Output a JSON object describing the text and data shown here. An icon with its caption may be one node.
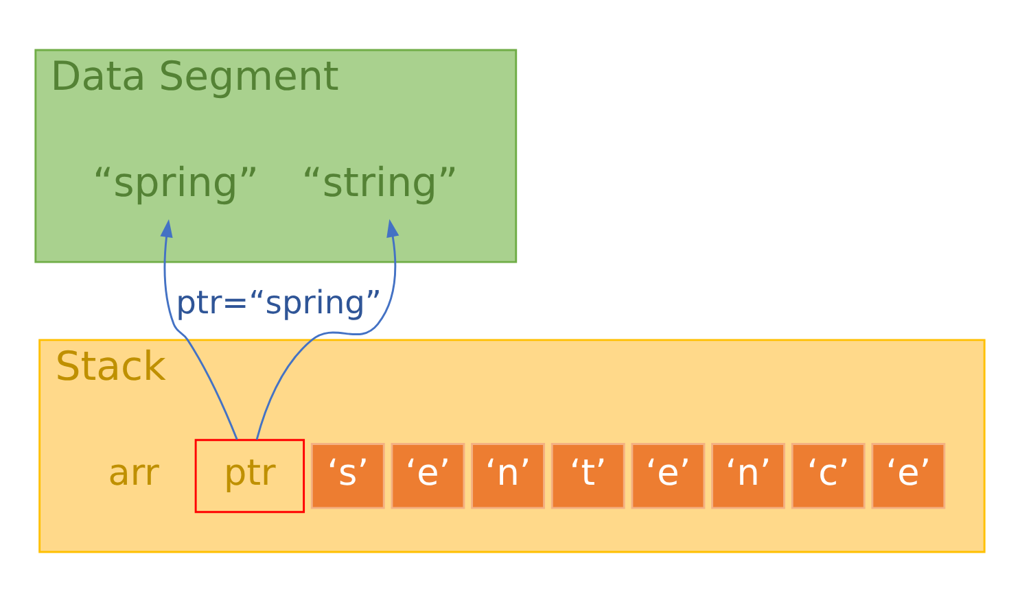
{
  "diagram": {
    "nodes": [
      {
        "text": [
          "Data Segment"
        ]
      },
      {
        "text": [
          "“string”"
        ],
        "in": 0
      },
      {
        "text": [
          "“spring”"
        ],
        "in": 0
      },
      {
        "text": [
          "Stack"
        ]
      },
      {
        "text": [
          "ptr"
        ],
        "in": 3
      },
      {
        "text": [
          "‘s’"
        ],
        "in": 3
      },
      {
        "text": [
          "‘e’"
        ],
        "in": 3
      },
      {
        "text": [
          "‘n’"
        ],
        "in": 3
      },
      {
        "text": [
          "‘t’"
        ],
        "in": 3
      },
      {
        "text": [
          "‘e’"
        ],
        "in": 3
      },
      {
        "text": [
          "‘n’"
        ],
        "in": 3
      },
      {
        "text": [
          "‘c’"
        ],
        "in": 3
      },
      {
        "text": [
          "‘e’"
        ],
        "in": 3
      }
    ],
    "edges": [
      {
        "from": 4,
        "to": 1,
        "arrow": "to"
      },
      {
        "from": 4,
        "to": 2,
        "arrow": "to",
        "label": "ptr=“spring”"
      }
    ],
    "labels": [
      "arr"
    ]
  }
}
